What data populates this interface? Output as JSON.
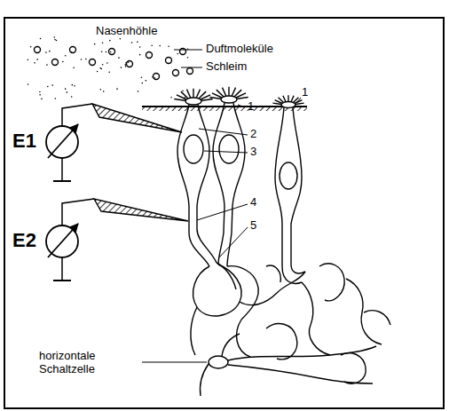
{
  "diagram": {
    "labels": [
      "Nasenhöhle",
      "Duftmoleküle",
      "Schleim",
      "1",
      "2",
      "3",
      "4",
      "5",
      "E1",
      "E2",
      "horizontale Schaltzelle",
      "1"
    ]
  }
}
